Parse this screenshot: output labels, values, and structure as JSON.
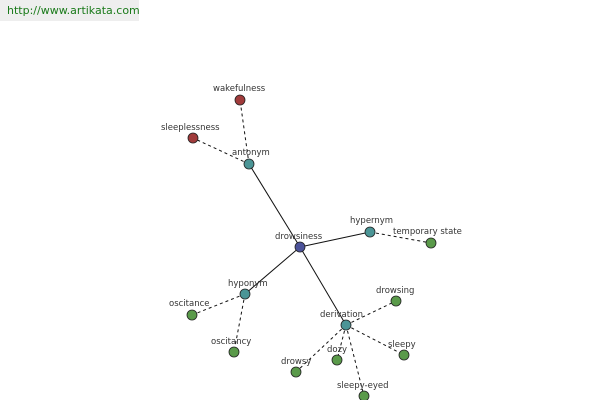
{
  "source_url": "http://www.artikata.com",
  "colors": {
    "center": "#4b5299",
    "relation": "#4b9596",
    "synonym": "#5a9a4a",
    "antonym_word": "#a13b3b",
    "source_text": "#1a7a1a"
  },
  "graph": {
    "center": {
      "label": "drowsiness"
    },
    "relations": [
      {
        "key": "antonym",
        "label": "antonym",
        "words": [
          {
            "key": "wakefulness",
            "label": "wakefulness"
          },
          {
            "key": "sleeplessness",
            "label": "sleeplessness"
          }
        ]
      },
      {
        "key": "hypernym",
        "label": "hypernym",
        "words": [
          {
            "key": "temporary-state",
            "label": "temporary state"
          }
        ]
      },
      {
        "key": "hyponym",
        "label": "hyponym",
        "words": [
          {
            "key": "oscitance",
            "label": "oscitance"
          },
          {
            "key": "oscitancy",
            "label": "oscitancy"
          }
        ]
      },
      {
        "key": "derivation",
        "label": "derivation",
        "words": [
          {
            "key": "drowsing",
            "label": "drowsing"
          },
          {
            "key": "sleepy",
            "label": "sleepy"
          },
          {
            "key": "sleepy-eyed",
            "label": "sleepy-eyed"
          },
          {
            "key": "dozy",
            "label": "dozy"
          },
          {
            "key": "drowsy",
            "label": "drowsy"
          }
        ]
      }
    ]
  }
}
